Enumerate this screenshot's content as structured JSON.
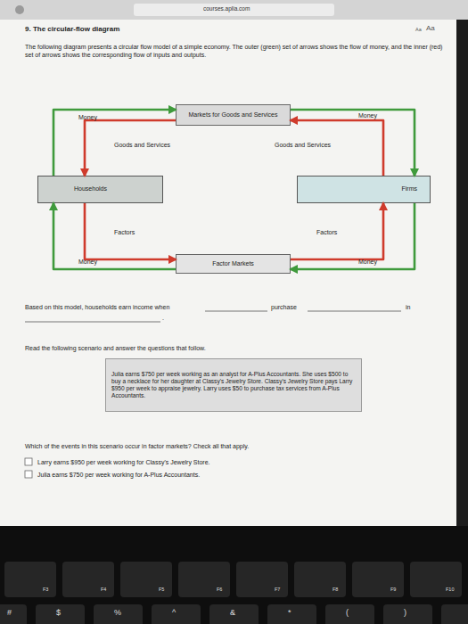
{
  "diagram": {
    "title": "9. The circular-flow diagram",
    "nodes": [
      {
        "text": [
          "Markets for Goods and Services"
        ]
      },
      {
        "text": [
          "Households"
        ]
      },
      {
        "text": [
          "Firms"
        ]
      },
      {
        "text": [
          "Factor Markets"
        ]
      },
      {
        "text": [
          "Julia earns $750 per week working as an analyst for A-Plus Accountants. She uses $500 to buy a necklace for her daughter at Classy's Jewelry Store. Classy's Jewelry Store pays Larry $950 per week to appraise jewelry. Larry uses $50 to purchase tax services from A-Plus Accountants."
        ]
      }
    ],
    "edges": [
      {
        "from": 1,
        "to": 0,
        "label": "Money",
        "arrow": "to"
      },
      {
        "from": 0,
        "to": 2,
        "label": "Money",
        "arrow": "to"
      },
      {
        "from": 2,
        "to": 0,
        "label": "Goods and Services",
        "arrow": "to"
      },
      {
        "from": 0,
        "to": 1,
        "label": "Goods and Services",
        "arrow": "to"
      },
      {
        "from": 1,
        "to": 3,
        "label": "Factors",
        "arrow": "to"
      },
      {
        "from": 3,
        "to": 2,
        "label": "Factors",
        "arrow": "to"
      },
      {
        "from": 2,
        "to": 3,
        "label": "Money",
        "arrow": "to"
      },
      {
        "from": 3,
        "to": 1,
        "label": "Money",
        "arrow": "to"
      }
    ],
    "labels": [
      "courses.aplia.com",
      "Aa",
      "Aa",
      "The following diagram presents a circular flow model of a simple economy. The outer (green) set of arrows shows the flow of money, and the inner (red) set of arrows shows the corresponding flow of inputs and outputs.",
      "Based on this model, households earn income when",
      "purchase",
      "in",
      ".",
      "Read the following scenario and answer the questions that follow.",
      "Which of the events in this scenario occur in factor markets? Check all that apply.",
      "Larry earns $950 per week working for Classy's Jewelry Store.",
      "Julia earns $750 per week working for A-Plus Accountants.",
      "F3",
      "F4",
      "F5",
      "F6",
      "F7",
      "F8",
      "F9",
      "F10",
      "#",
      "$",
      "%",
      "^",
      "&",
      "*",
      "(",
      ")"
    ]
  }
}
